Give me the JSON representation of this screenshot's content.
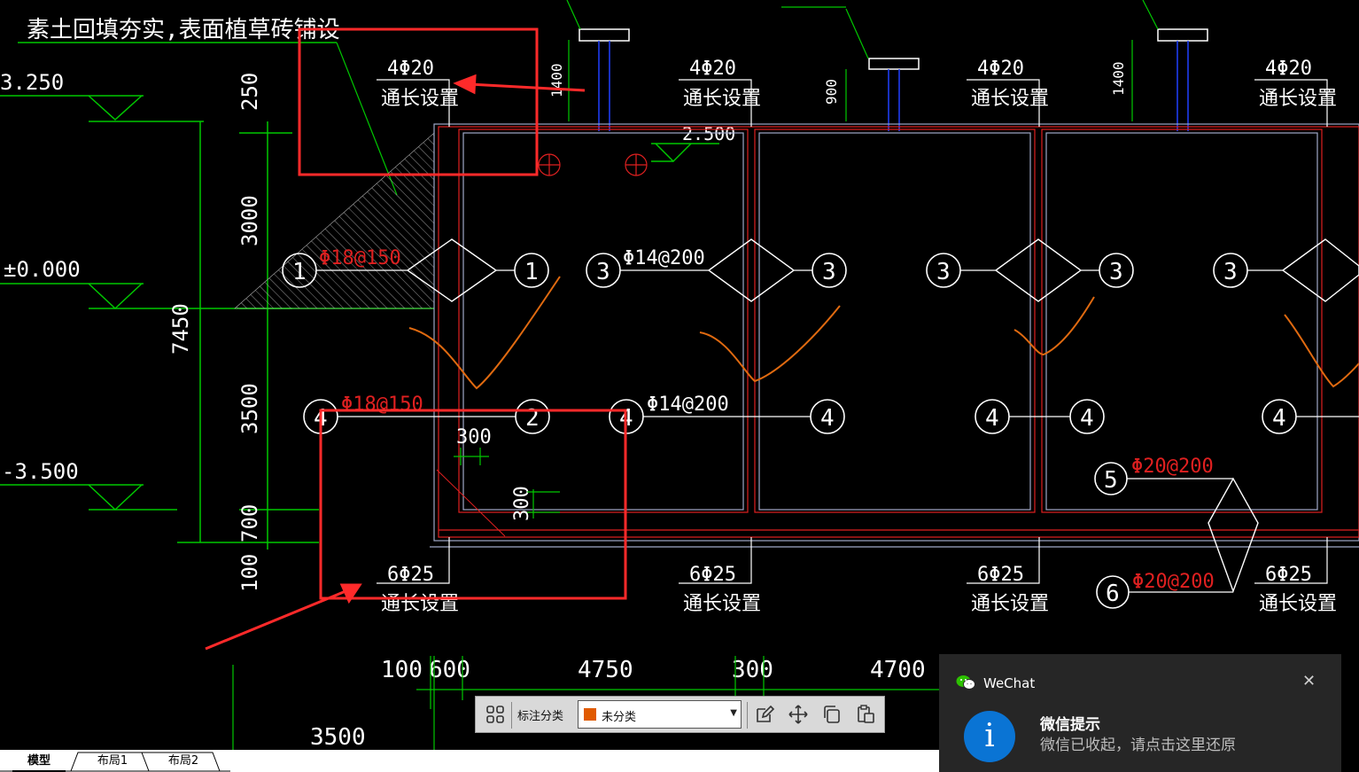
{
  "drawing": {
    "note_text": "素土回填夯实,表面植草砖铺设",
    "elevations": [
      "3.250",
      "±0.000",
      "-3.500",
      "2.500"
    ],
    "vertical_dims": [
      "250",
      "3000",
      "7450",
      "3500",
      "700",
      "100",
      "1400",
      "900",
      "1400",
      "300"
    ],
    "top_rebar": {
      "spec": "4Φ20",
      "note": "通长设置"
    },
    "bottom_rebar": {
      "spec": "6Φ25",
      "note": "通长设置"
    },
    "rebar_labels": [
      "Φ18@150",
      "Φ18@150",
      "Φ14@200",
      "Φ14@200",
      "Φ20@200",
      "Φ20@200"
    ],
    "small_dims": [
      "300",
      "300"
    ],
    "bubbles": [
      "1",
      "1",
      "3",
      "3",
      "3",
      "3",
      "3",
      "2",
      "4",
      "4",
      "4",
      "4",
      "4",
      "4",
      "5",
      "6"
    ],
    "bottom_dims": [
      "100",
      "600",
      "4750",
      "300",
      "4700",
      "3500"
    ]
  },
  "tabs": [
    {
      "label": "模型",
      "active": true
    },
    {
      "label": "布局1",
      "active": false
    },
    {
      "label": "布局2",
      "active": false
    }
  ],
  "annotation_toolbar": {
    "label": "标注分类",
    "select_value": "未分类",
    "swatch_color": "#e05a00",
    "icons": [
      "grid-icon",
      "edit-icon",
      "move-icon",
      "copy-icon",
      "paste-icon"
    ]
  },
  "wechat": {
    "app_name": "WeChat",
    "title": "微信提示",
    "message": "微信已收起，请点击这里还原"
  },
  "colors": {
    "cad_green": "#00c800",
    "cad_red": "#e02020",
    "cad_white": "#ffffff",
    "highlight": "#ff2a2a",
    "rebar_orange": "#e06a10"
  }
}
